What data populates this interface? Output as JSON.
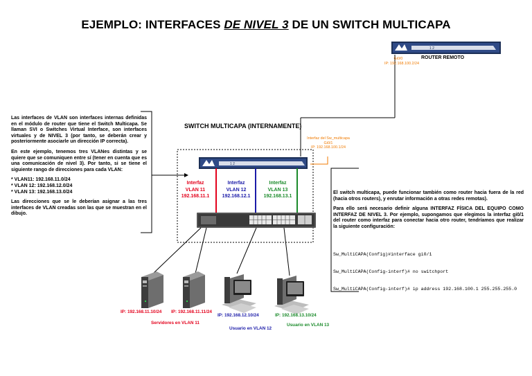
{
  "title": {
    "prefix": "EJEMPLO: INTERFACES ",
    "emphasis": "DE NIVEL 3",
    "suffix": " DE UN SWITCH MULTICAPA"
  },
  "switch_label": "SWITCH MULTICAPA (INTERNAMENTE)",
  "router": {
    "label": "ROUTER REMOTO",
    "port": "Gi0/0",
    "ip": "IP: 192.168.100.2/24"
  },
  "switch_iface": {
    "line1": "Interfaz del Sw_multicapa",
    "line2": "Gi0/1",
    "ip": "IP: 192.168.100.1/24"
  },
  "left_text": {
    "p1": "Las interfaces de VLAN son interfaces internas definidas en el módulo de router que tiene el Switch Multicapa. Se llaman SVI o Switches Virtual Interface, son interfaces virtuales y de NIVEL 3 (por tanto, se deberán crear y posteriormente asociarle un dirección IP correcta).",
    "p2": "En este ejemplo, tenemos tres VLANes distintas y se quiere que se comuniquen entre sí (tener en cuenta que es una comunicación de nivel 3). Por tanto, si se tiene el siguiente rango de direcciones para cada VLAN:",
    "l1": "* VLAN11: 192.168.11.0/24",
    "l2": "* VLAN 12: 192.168.12.0/24",
    "l3": "* VLAN 13: 192.168.13.0/24",
    "p3": "Las direcciones que se le deberían asignar a las tres interfaces de VLAN creadas son las que se muestran en el dibujo."
  },
  "right_text": {
    "p1": "El switch multicapa, puede funcionar también como router hacia fuera de la red (hacia otros routers), y enrutar información a otras redes remotas).",
    "p2": "Para ello será necesario definir alguna INTERFAZ FÍSICA DEL EQUIPO COMO INTERFAZ DE NIVEL 3. Por ejemplo, supongamos que elegimos la interfaz gi0/1 del router como interfaz para conectar hacia otro router, tendríamos que realizar la siguiente configuración:",
    "cmd1": "Sw_MultiCAPA(Config)#interface gi0/1",
    "cmd2": "Sw_MultiCAPA(Config-interf)# no switchport",
    "cmd3": "Sw_MultiCAPA(Config-interf)# ip address 192.168.100.1 255.255.255.0"
  },
  "vlan_ifaces": [
    {
      "l1": "Interfaz",
      "l2": "VLAN 11",
      "ip": "192.168.11.1",
      "color": "#e3001b"
    },
    {
      "l1": "Interfaz",
      "l2": "VLAN 12",
      "ip": "192.168.12.1",
      "color": "#1a1aa8"
    },
    {
      "l1": "Interfaz",
      "l2": "VLAN 13",
      "ip": "192.168.13.1",
      "color": "#1a8a2a"
    }
  ],
  "hosts": [
    {
      "ip": "IP: 192.168.11.10/24",
      "color": "#e3001b"
    },
    {
      "ip": "IP: 192.168.11.11/24",
      "color": "#e3001b"
    },
    {
      "ip": "IP: 192.168.12.10/24",
      "color": "#1a1aa8"
    },
    {
      "ip": "IP: 192.168.13.10/24",
      "color": "#1a8a2a"
    }
  ],
  "group_labels": {
    "servers": "Servidores en VLAN 11",
    "vlan12": "Usuario en VLAN 12",
    "vlan13": "Usuario en VLAN 13"
  },
  "router_device_text": "1 2",
  "orange": "#f07a00"
}
